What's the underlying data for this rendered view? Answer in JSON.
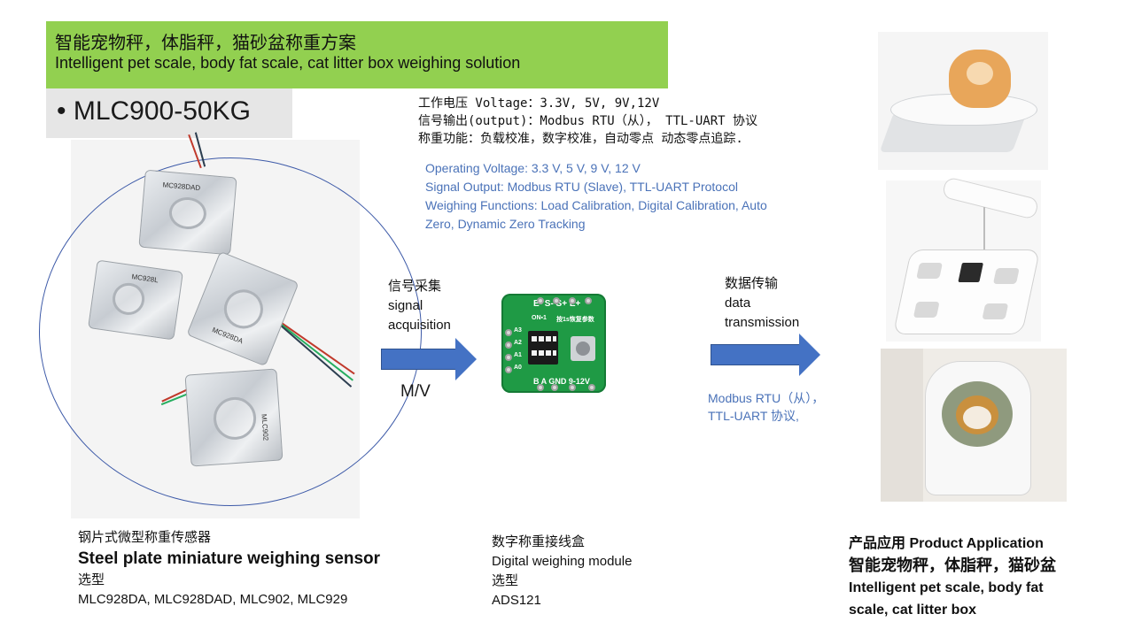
{
  "banner": {
    "title_cn": "智能宠物秤，体脂秤，猫砂盆称重方案",
    "title_en": "Intelligent pet scale, body fat scale, cat litter box weighing solution",
    "bg_color": "#92d050"
  },
  "model": {
    "label": "• MLC900-50KG"
  },
  "specs_cn": [
    "工作电压 Voltage：3.3V, 5V, 9V,12V",
    "信号输出(output)：Modbus RTU（从）， TTL-UART 协议",
    "称重功能：负载校准，数字校准，自动零点 动态零点追踪."
  ],
  "specs_en": [
    "Operating Voltage: 3.3 V, 5 V, 9 V, 12 V",
    "Signal Output: Modbus RTU (Slave), TTL-UART Protocol",
    "Weighing Functions: Load Calibration, Digital Calibration, Auto",
    "Zero, Dynamic Zero Tracking"
  ],
  "sensor_image": {
    "plate_labels": [
      "MC928DAD",
      "MC928DA",
      "MLC902",
      "MC928L"
    ]
  },
  "flow": {
    "acquisition_lines": [
      "信号采集",
      "signal",
      "acquisition"
    ],
    "mv_label": "M/V",
    "transmission_lines": [
      "数据传输",
      "data",
      "transmission"
    ],
    "modbus_lines": [
      "Modbus RTU（从），",
      "TTL-UART 协议,"
    ],
    "arrow_color": "#4472c4"
  },
  "pcb": {
    "top_label": "E-  S-  S+  E+",
    "on_label": "ON▪1",
    "reset_label": "按1s恢复参数",
    "bottom_label": "B  A  GND  9-12V",
    "side_labels": [
      "A3",
      "A2",
      "A1",
      "A0"
    ],
    "board_color": "#1f9a45"
  },
  "captions": {
    "sensor": {
      "cn": "钢片式微型称重传感器",
      "en": "Steel plate miniature weighing sensor",
      "select": "选型",
      "models": "MLC928DA, MLC928DAD, MLC902, MLC929"
    },
    "module": {
      "cn": "数字称重接线盒",
      "en": "Digital weighing module",
      "select": "选型",
      "model": "ADS121"
    },
    "application": {
      "title": "产品应用 Product Application",
      "cn": "智能宠物秤，体脂秤，猫砂盆",
      "en_line1": "Intelligent pet scale, body fat",
      "en_line2": "scale, cat litter box"
    }
  }
}
